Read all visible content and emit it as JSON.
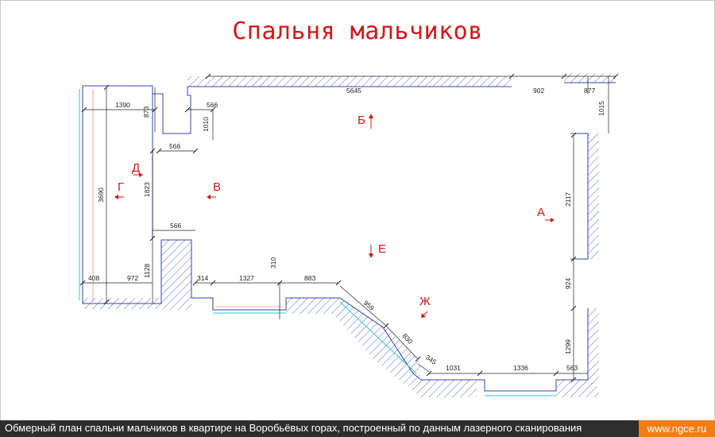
{
  "title": "Спальня мальчиков",
  "dimensions": {
    "d1390": "1390",
    "d873": "873",
    "d566a": "566",
    "d1010": "1010",
    "d566b": "566",
    "d5645": "5645",
    "d902": "902",
    "d877": "877",
    "d1015": "1015",
    "d2117": "2117",
    "d3690": "3690",
    "d1823": "1823",
    "d566c": "566",
    "d1128": "1128",
    "d408": "408",
    "d972": "972",
    "d314": "314",
    "d1327": "1327",
    "d310": "310",
    "d883": "883",
    "d959": "959",
    "d830": "830",
    "d345": "345",
    "d1031": "1031",
    "d1336": "1336",
    "d563": "563",
    "d924": "924",
    "d1299": "1299"
  },
  "room_labels": {
    "a": "А",
    "b": "Б",
    "v": "В",
    "g": "Г",
    "d": "Д",
    "e": "Е",
    "zh": "Ж"
  },
  "footer": {
    "caption": "Обмерный план спальни мальчиков в квартире на Воробьёвых горах, построенный по данным лазерного сканирования",
    "site": "www.ngce.ru"
  },
  "colors": {
    "title": "#d01818",
    "wall": "#3344aa",
    "dim_line": "#222222",
    "window": "#30c8c8",
    "footer_bg": "#2e2e2e",
    "site_bg": "#f07e14"
  }
}
